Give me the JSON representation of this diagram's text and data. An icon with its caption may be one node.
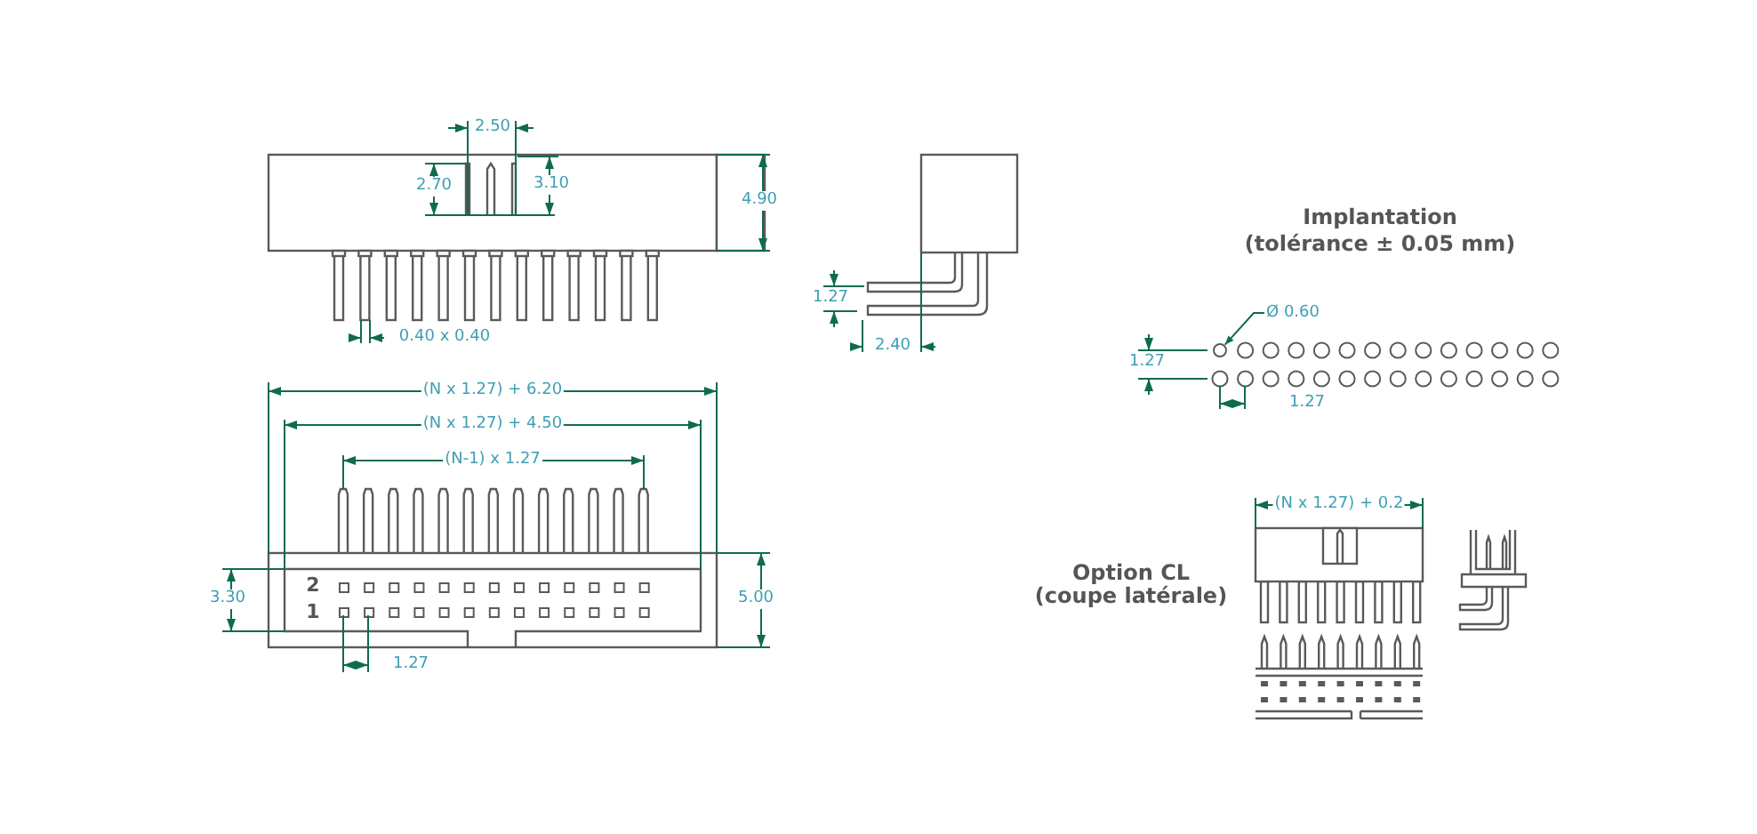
{
  "diagram": {
    "nodes": [
      {
        "text": [
          "Ø 0.60"
        ]
      },
      {
        "text": [],
        "shape": "circle"
      }
    ],
    "edges": [
      {
        "from": 0,
        "to": 1,
        "arrow": "to"
      }
    ],
    "labels": [
      "2.50",
      "2.70",
      "3.10",
      "4.90",
      "Implantation",
      "(tolérance ± 0.05 mm)",
      "1.27",
      "0.40 x 0.40",
      "2.40",
      "1.27",
      "(N x 1.27) + 6.20",
      "1.27",
      "(N x 1.27) + 4.50",
      "(N-1) x 1.27",
      "(N x 1.27) + 0.2",
      "Option CL",
      "(coupe latérale)",
      "3.30",
      "2",
      "5.00",
      "1",
      "1.27"
    ]
  }
}
